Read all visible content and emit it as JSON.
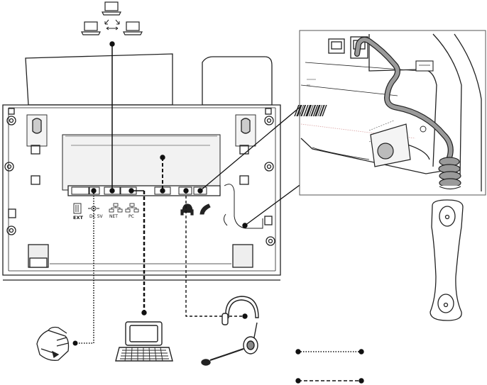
{
  "diagram": {
    "port_labels": {
      "ext": "EXT",
      "dc": "DC 5V",
      "net": "NET",
      "pc": "PC"
    },
    "colors": {
      "line": "#111111",
      "outline": "#222222",
      "panel_fill": "#f4f4f4",
      "cable_fill": "#9a9a9a"
    },
    "icons": [
      "network-computers-icon",
      "power-adapter-icon",
      "computer-icon",
      "headset-icon",
      "handset-icon",
      "headset-jack-icon",
      "handset-jack-icon"
    ],
    "legend": {
      "items": [
        {
          "style": "dotted",
          "label": ""
        },
        {
          "style": "dashed",
          "label": ""
        }
      ]
    }
  }
}
